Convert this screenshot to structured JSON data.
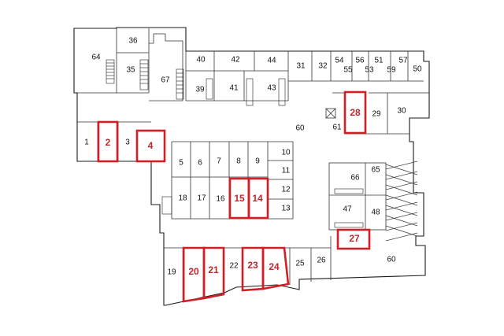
{
  "floor_plan": {
    "units": [
      "1",
      "3",
      "5",
      "6",
      "7",
      "8",
      "9",
      "10",
      "11",
      "12",
      "13",
      "16",
      "17",
      "18",
      "19",
      "22",
      "25",
      "26",
      "29",
      "30",
      "31",
      "32",
      "35",
      "36",
      "39",
      "40",
      "41",
      "42",
      "43",
      "44",
      "47",
      "48",
      "50",
      "51",
      "53",
      "54",
      "55",
      "56",
      "57",
      "59",
      "60",
      "60",
      "61",
      "64",
      "65",
      "66",
      "67"
    ],
    "highlighted_units": [
      "2",
      "4",
      "14",
      "15",
      "20",
      "21",
      "23",
      "24",
      "27",
      "28"
    ]
  },
  "colors": {
    "highlight": "#d21f26",
    "highlight_text": "#c0272d",
    "walls": "#1a1a1a"
  }
}
